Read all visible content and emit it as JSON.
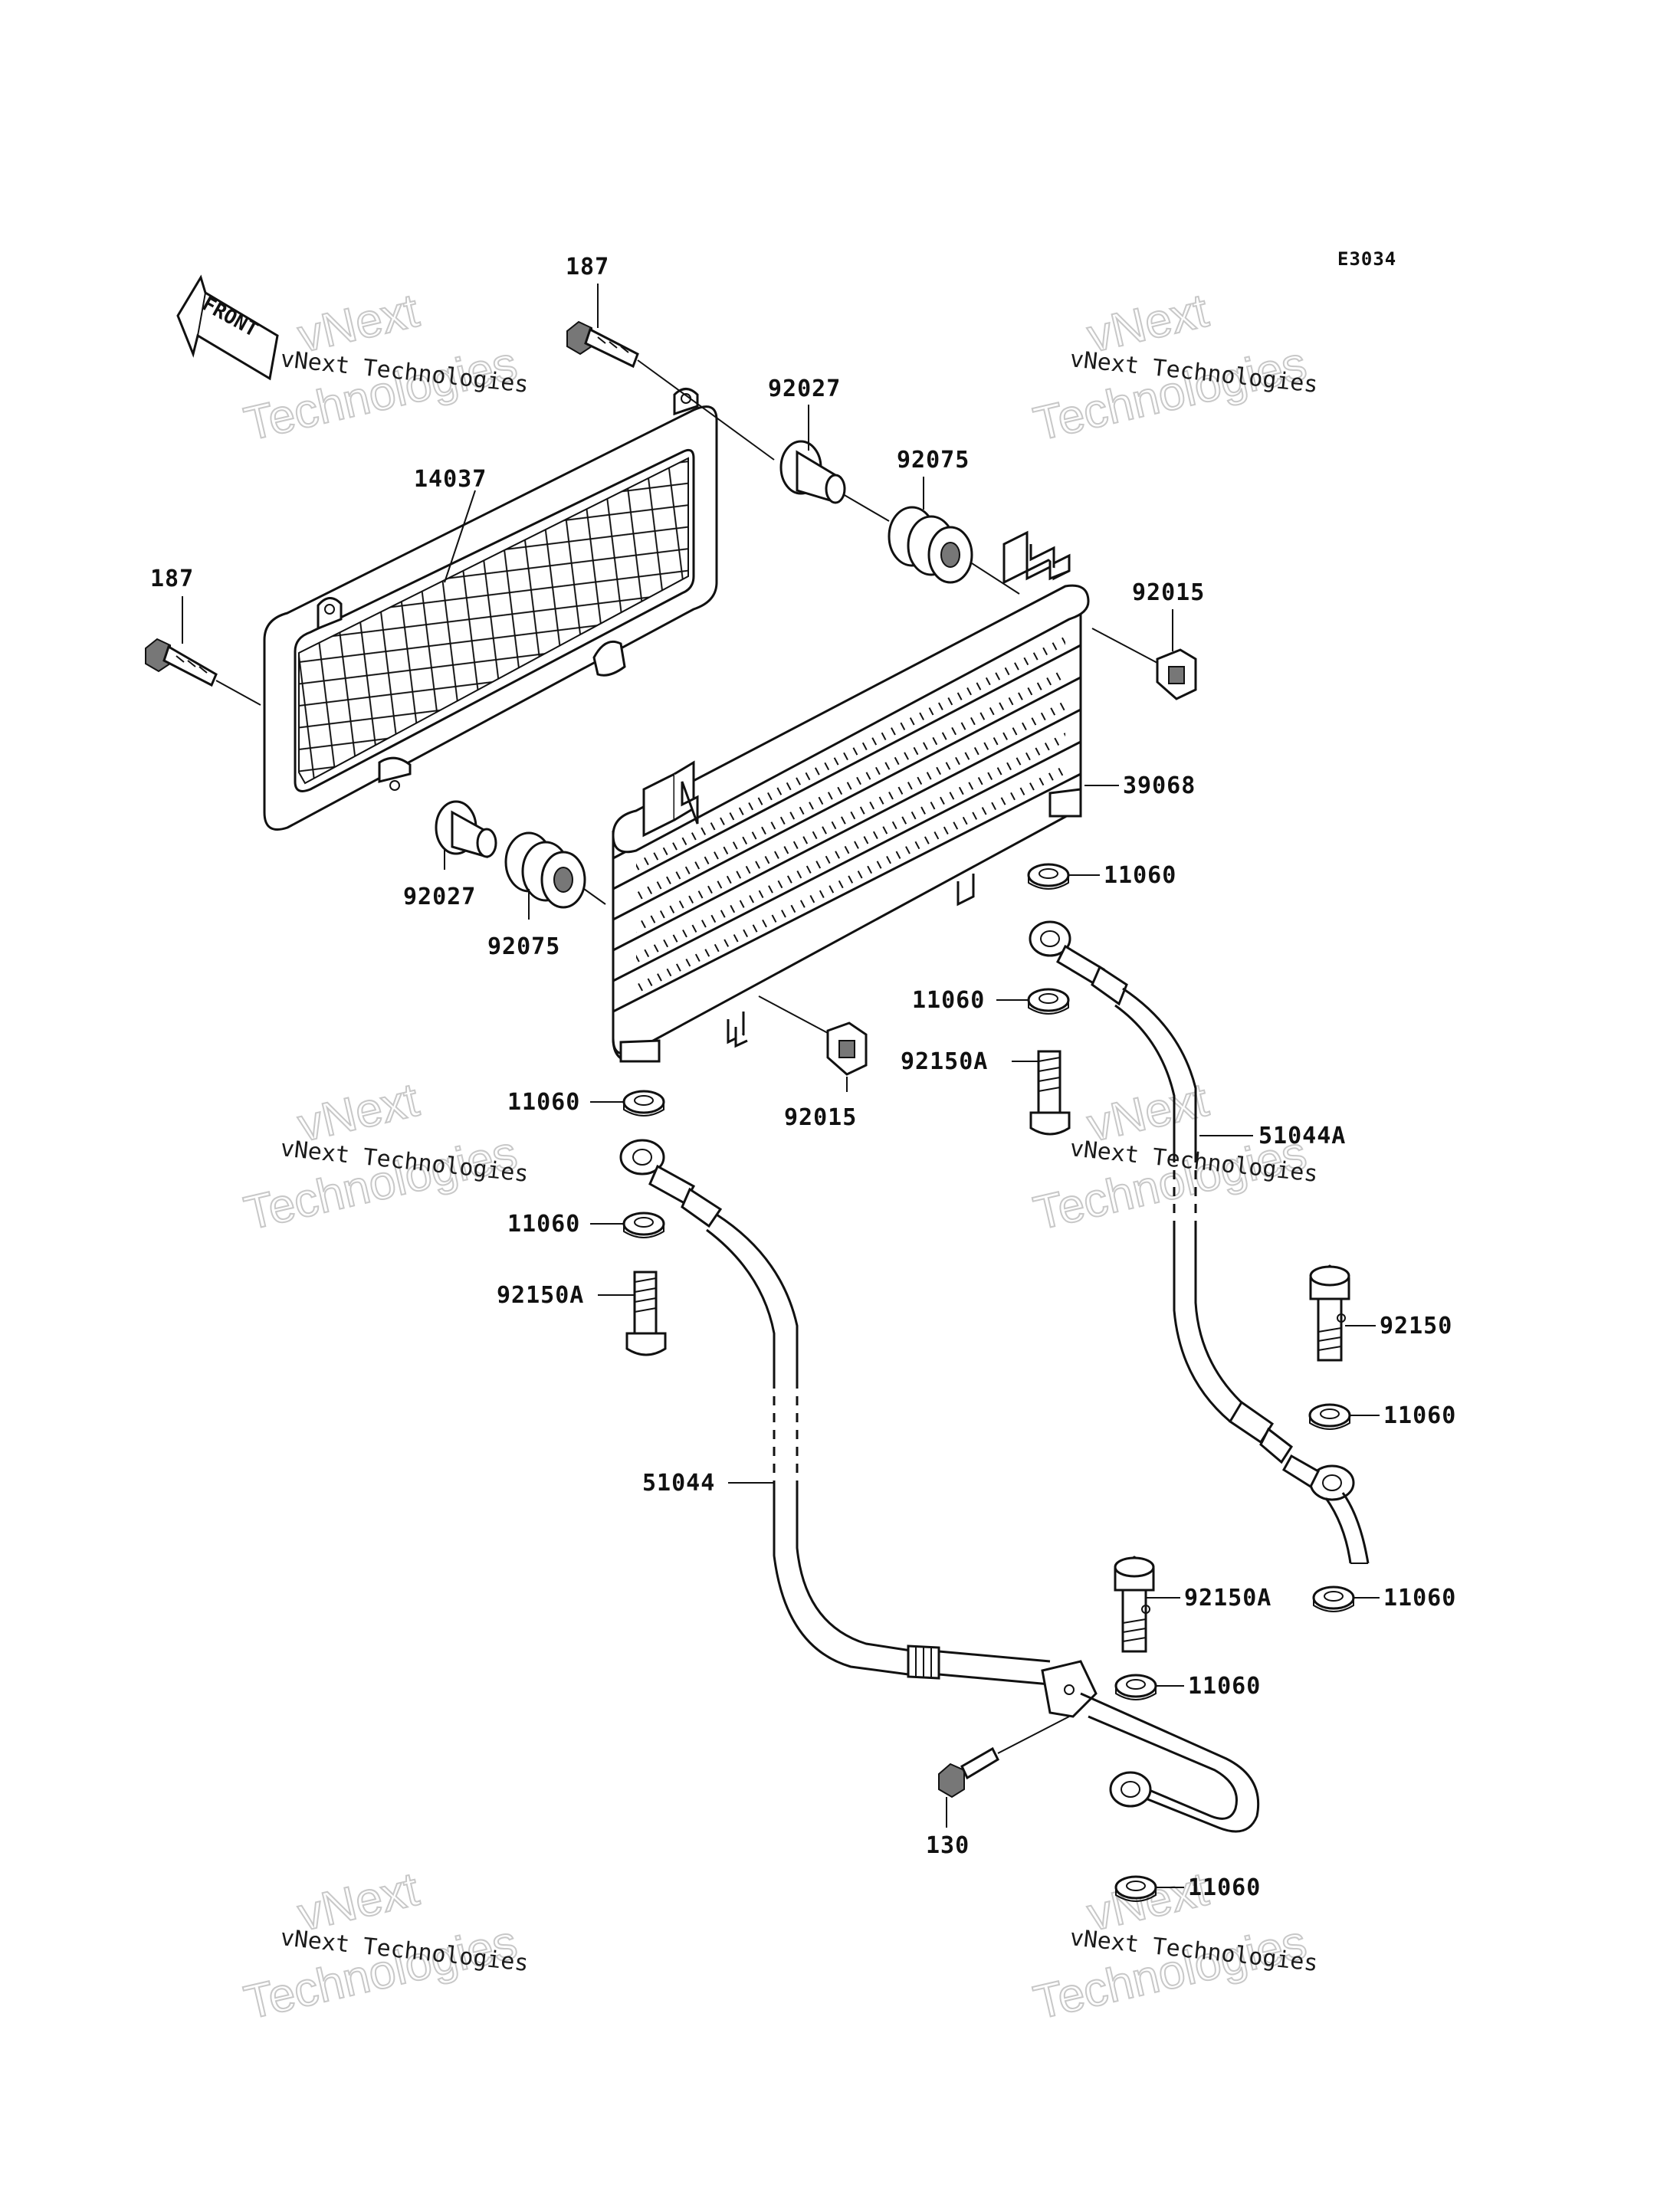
{
  "diagram": {
    "code": "E3034",
    "front_label": "FRONT",
    "watermark": {
      "company": "vNext Technologies",
      "big_top": "vNext",
      "big_bottom": "Technologies"
    },
    "labels": [
      {
        "id": "187-top",
        "text": "187"
      },
      {
        "id": "187-left",
        "text": "187"
      },
      {
        "id": "14037",
        "text": "14037"
      },
      {
        "id": "92027-top",
        "text": "92027"
      },
      {
        "id": "92075-top",
        "text": "92075"
      },
      {
        "id": "92015-top",
        "text": "92015"
      },
      {
        "id": "39068",
        "text": "39068"
      },
      {
        "id": "92027-bottom",
        "text": "92027"
      },
      {
        "id": "92075-bottom",
        "text": "92075"
      },
      {
        "id": "11060-a",
        "text": "11060"
      },
      {
        "id": "11060-b",
        "text": "11060"
      },
      {
        "id": "92150A-right",
        "text": "92150A"
      },
      {
        "id": "92015-bottom",
        "text": "92015"
      },
      {
        "id": "11060-c",
        "text": "11060"
      },
      {
        "id": "51044A",
        "text": "51044A"
      },
      {
        "id": "11060-d",
        "text": "11060"
      },
      {
        "id": "92150A-left",
        "text": "92150A"
      },
      {
        "id": "92150",
        "text": "92150"
      },
      {
        "id": "11060-e",
        "text": "11060"
      },
      {
        "id": "51044",
        "text": "51044"
      },
      {
        "id": "92150A-lower",
        "text": "92150A"
      },
      {
        "id": "11060-f",
        "text": "11060"
      },
      {
        "id": "11060-g",
        "text": "11060"
      },
      {
        "id": "130",
        "text": "130"
      },
      {
        "id": "11060-h",
        "text": "11060"
      }
    ]
  }
}
